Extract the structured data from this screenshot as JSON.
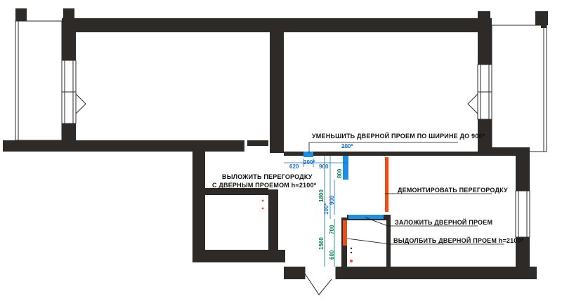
{
  "annotations": {
    "reduce_doorway": "УМЕНЬШИТЬ ДВЕРНОЙ ПРОЕМ ПО ШИРИНЕ ДО 900*",
    "build_partition_line1": "ВЫЛОЖИТЬ ПЕРЕГОРОДКУ",
    "build_partition_line2": "С ДВЕРНЫМ ПРОЕМОМ  h=2100*",
    "demolish_partition": "ДЕМОНТИРОВАТЬ ПЕРЕГОРОДКУ",
    "close_doorway": "ЗАЛОЖИТЬ ДВЕРНОЙ ПРОЕМ",
    "cut_doorway": "ВЫДОЛБИТЬ ДВЕРНОЙ ПРОЕМ h=2100*"
  },
  "dimensions": {
    "d620": "620",
    "d200_left": "200*",
    "d900_top": "900",
    "d200_right": "200*",
    "d800": "800",
    "d1800": "1800",
    "d100": "100*",
    "d900_vert": "900",
    "d700": "700",
    "d1560": "1560",
    "d600": "600"
  },
  "colors": {
    "wall": "#2e2a28",
    "new_wall": "#1e8fe0",
    "demolish": "#e5501e",
    "dimension": "#1a6fc4",
    "dimension_green": "#0b7a5a"
  }
}
